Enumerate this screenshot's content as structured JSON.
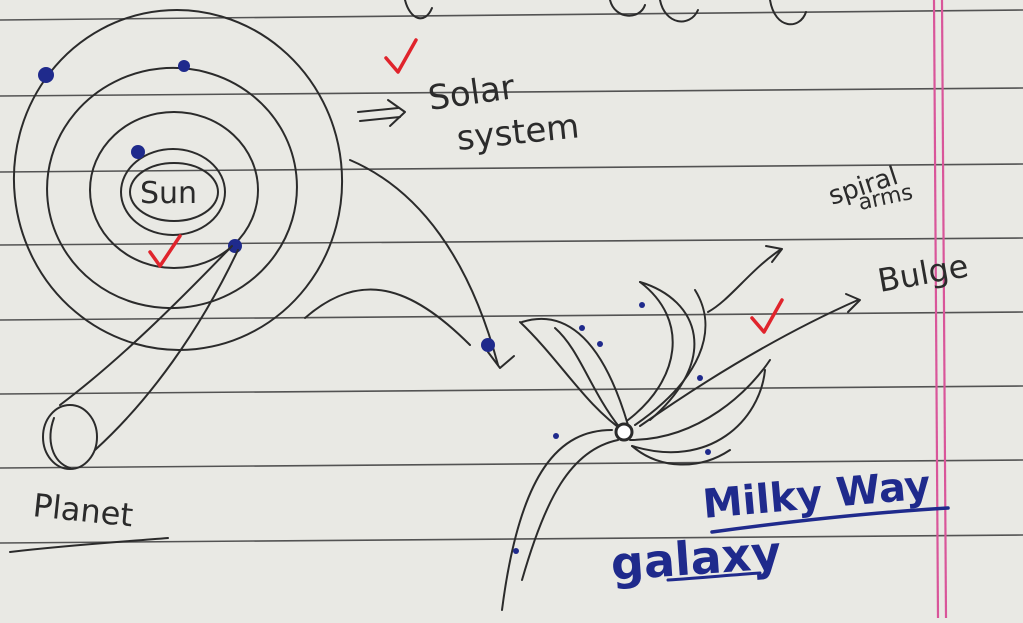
{
  "labels": {
    "sun": "Sun",
    "solar_system_line1": "Solar",
    "solar_system_line2": "system",
    "planet": "Planet",
    "spiral_arms_line1": "spiral",
    "spiral_arms_line2": "arms",
    "bulge": "Bulge",
    "milky_way": "Milky Way",
    "galaxy": "galaxy"
  },
  "colors": {
    "paper": "#e9e9e4",
    "pencil": "#2b2b2b",
    "blue_ink": "#1f2a8c",
    "check_red": "#e0242c",
    "margin_pink": "#d9569a"
  }
}
